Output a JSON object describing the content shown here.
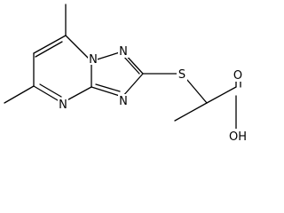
{
  "molecule": {
    "atoms": {
      "n1": "N",
      "n2": "N",
      "n3": "N",
      "n4": "N",
      "s": "S",
      "carbonyl_o": "O",
      "hydroxyl": "OH"
    }
  }
}
